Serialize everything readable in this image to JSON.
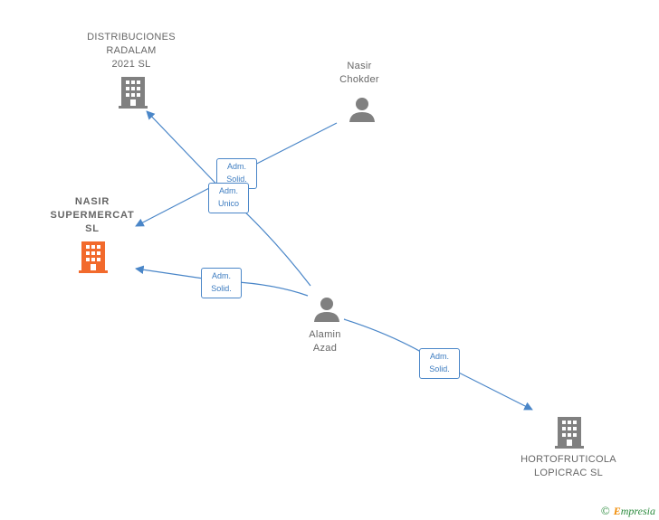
{
  "colors": {
    "edge": "#4a86c8",
    "edge_text": "#3d7cc0",
    "node_gray": "#808080",
    "node_highlight": "#f26a2c"
  },
  "nodes": {
    "distribuciones": {
      "lines": [
        "DISTRIBUCIONES",
        "RADALAM",
        "2021  SL"
      ],
      "icon": "building-icon"
    },
    "nasir_chokder": {
      "lines": [
        "Nasir",
        "Chokder"
      ],
      "icon": "person-icon"
    },
    "nasir_supermercat": {
      "lines": [
        "NASIR",
        "SUPERMERCAT",
        "SL"
      ],
      "icon": "building-icon"
    },
    "alamin_azad": {
      "lines": [
        "Alamin",
        "Azad"
      ],
      "icon": "person-icon"
    },
    "hortofruticola": {
      "lines": [
        "HORTOFRUTICOLA",
        "LOPICRAC  SL"
      ],
      "icon": "building-icon"
    }
  },
  "edges": [
    {
      "from": "nasir_chokder",
      "to": "nasir_supermercat",
      "label": [
        "Adm.",
        "Solid."
      ]
    },
    {
      "from": "alamin_azad",
      "to": "distribuciones",
      "label": [
        "Adm.",
        "Unico"
      ]
    },
    {
      "from": "alamin_azad",
      "to": "nasir_supermercat",
      "label": [
        "Adm.",
        "Solid."
      ]
    },
    {
      "from": "alamin_azad",
      "to": "hortofruticola",
      "label": [
        "Adm.",
        "Solid."
      ]
    }
  ],
  "footer": {
    "copyright_symbol": "©",
    "brand_initial": "E",
    "brand_rest": "mpresia"
  }
}
